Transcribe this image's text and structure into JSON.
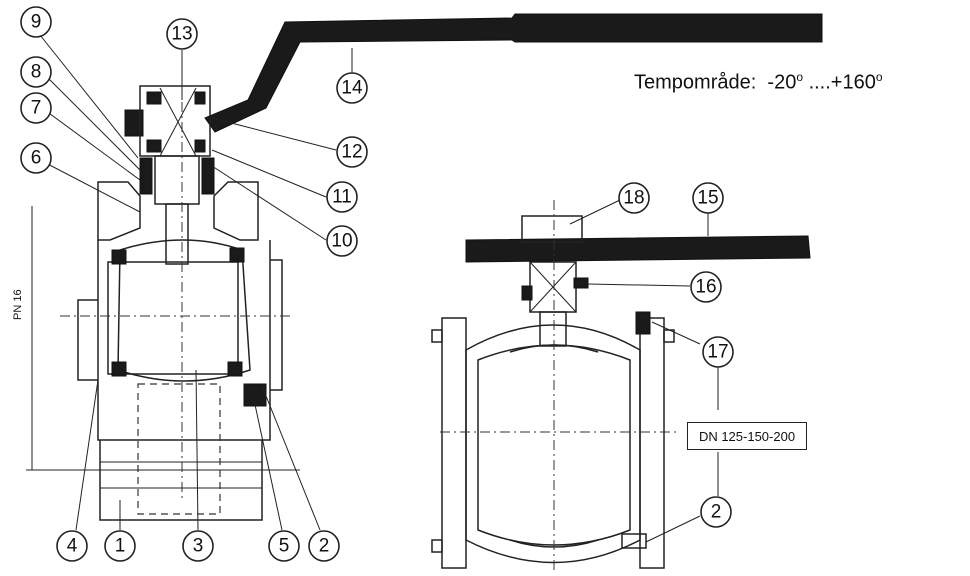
{
  "temperature": {
    "label": "Tempområde:",
    "min": "-20",
    "max": "+160",
    "separator": "....",
    "unit_symbol": "o"
  },
  "pressure_label": "PN 16",
  "size_label": "DN 125-150-200",
  "callouts": [
    "1",
    "2",
    "3",
    "4",
    "5",
    "6",
    "7",
    "8",
    "9",
    "10",
    "11",
    "12",
    "13",
    "14",
    "15",
    "16",
    "17",
    "18"
  ],
  "colors": {
    "ink": "#222222",
    "handle": "#1a1a1a",
    "background": "#ffffff"
  }
}
